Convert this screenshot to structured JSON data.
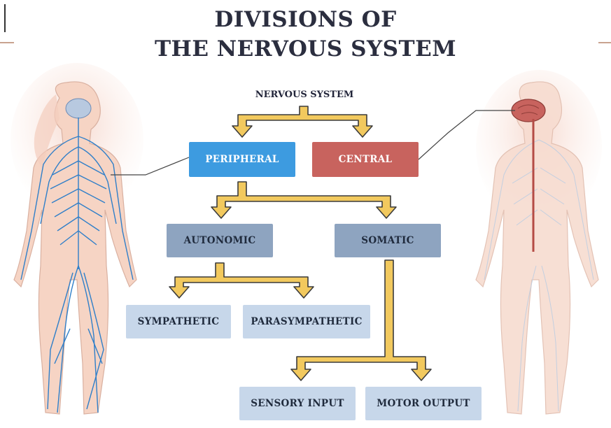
{
  "title": {
    "line1": "DIVISIONS OF",
    "line2": "THE NERVOUS SYSTEM"
  },
  "root": "NERVOUS SYSTEM",
  "nodes": {
    "peripheral": "PERIPHERAL",
    "central": "CENTRAL",
    "autonomic": "AUTONOMIC",
    "somatic": "SOMATIC",
    "sympathetic": "SYMPATHETIC",
    "parasympathetic": "PARASYMPATHETIC",
    "sensory_input": "SENSORY INPUT",
    "motor_output": "MOTOR OUTPUT"
  },
  "colors": {
    "title": "#2b2e3f",
    "peripheral": "#3d9be0",
    "central": "#c8635e",
    "level2": "#8ea4c0",
    "level3": "#c7d7ea",
    "arrow_fill": "#f2c95e",
    "arrow_outline": "#3b3b3b",
    "nerves": "#2f7fc9",
    "spine_brain": "#b44b45"
  }
}
